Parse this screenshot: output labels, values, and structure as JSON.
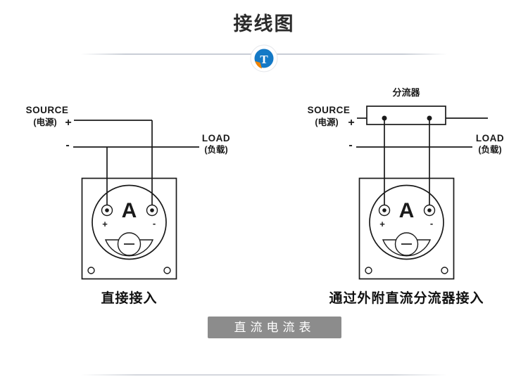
{
  "page": {
    "title": "接线图",
    "section_label": "直流电流表"
  },
  "logo": {
    "letter": "T"
  },
  "left_diagram": {
    "caption": "直接接入",
    "source_label": "SOURCE",
    "source_cn": "(电源)",
    "plus": "+",
    "minus": "-",
    "load_label": "LOAD",
    "load_cn": "(负载)",
    "meter": {
      "unit": "A",
      "plus": "+",
      "minus": "-"
    }
  },
  "right_diagram": {
    "caption": "通过外附直流分流器接入",
    "shunt_label": "分流器",
    "source_label": "SOURCE",
    "source_cn": "(电源)",
    "plus": "+",
    "minus": "-",
    "load_label": "LOAD",
    "load_cn": "(负载)",
    "meter": {
      "unit": "A",
      "plus": "+",
      "minus": "-"
    }
  },
  "colors": {
    "line": "#1a1a1a",
    "section_bg": "#8c8c8c",
    "divider": "#c9ced6",
    "logo_blue": "#1479c6",
    "logo_orange": "#f08300"
  }
}
